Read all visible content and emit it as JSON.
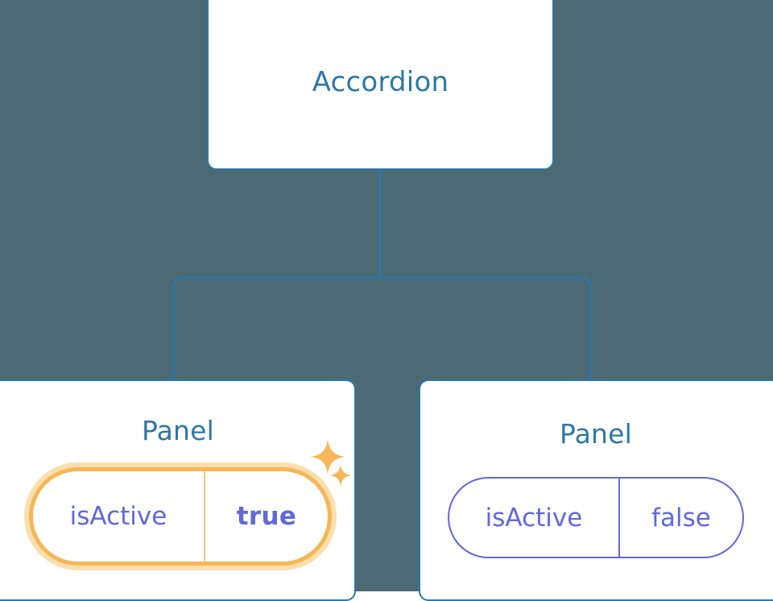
{
  "diagram": {
    "type": "component-tree",
    "background_color": "#4b6a74",
    "root": {
      "title": "Accordion"
    },
    "children": [
      {
        "title": "Panel",
        "prop": {
          "key": "isActive",
          "value": "true",
          "highlighted": true,
          "value_bold": true,
          "border_color": "#f5b757",
          "glow_color": "#fbdfae",
          "text_color": "#6168d8"
        },
        "sparkles": [
          {
            "name": "sparkle-large"
          },
          {
            "name": "sparkle-small"
          }
        ]
      },
      {
        "title": "Panel",
        "prop": {
          "key": "isActive",
          "value": "false",
          "highlighted": false,
          "value_bold": false,
          "border_color": "#6168d8",
          "text_color": "#6168d8"
        },
        "sparkles": []
      }
    ],
    "colors": {
      "card_border": "#2e77a6",
      "card_background": "#ffffff",
      "title_text": "#2e77a6",
      "connector": "#2e77a6",
      "accent_orange": "#f5b757",
      "accent_orange_soft": "#fbdfae",
      "accent_indigo": "#6168d8"
    },
    "connector": {
      "name": "tree-connector",
      "stroke_width": 3
    }
  }
}
